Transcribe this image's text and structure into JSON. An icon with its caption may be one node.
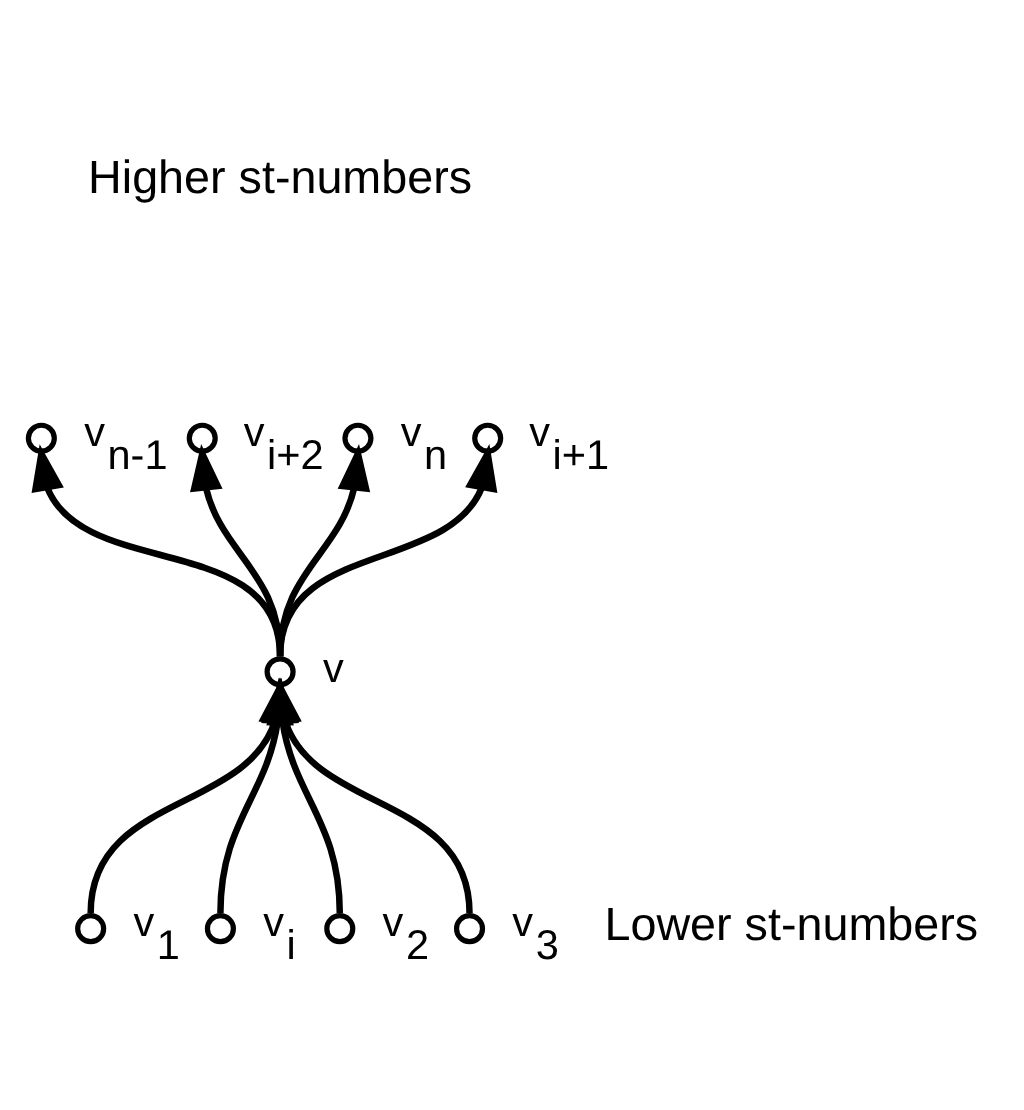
{
  "diagram": {
    "nodes": [
      {
        "text": [],
        "shape": "circle",
        "beside": [
          "v$_{n-1}$"
        ]
      },
      {
        "text": [],
        "shape": "circle",
        "beside": [
          "v$_{i+2}$"
        ]
      },
      {
        "text": [],
        "shape": "circle",
        "beside": [
          "v$_{n}$"
        ]
      },
      {
        "text": [],
        "shape": "circle",
        "beside": [
          "v$_{i+1}$"
        ]
      },
      {
        "text": [],
        "shape": "circle",
        "beside": [
          "v"
        ]
      },
      {
        "text": [],
        "shape": "circle",
        "beside": [
          "v$_{1}$"
        ]
      },
      {
        "text": [],
        "shape": "circle",
        "beside": [
          "v$_{i}$"
        ]
      },
      {
        "text": [],
        "shape": "circle",
        "beside": [
          "v$_{2}$"
        ]
      },
      {
        "text": [],
        "shape": "circle",
        "beside": [
          "v$_{3}$"
        ]
      }
    ],
    "edges": [
      {
        "from": 4,
        "to": 2,
        "arrow": "to"
      },
      {
        "from": 4,
        "to": 0,
        "arrow": "to"
      },
      {
        "from": 4,
        "to": 1,
        "arrow": "to"
      },
      {
        "from": 4,
        "to": 3,
        "arrow": "to"
      },
      {
        "from": 5,
        "to": 4,
        "arrow": "to"
      },
      {
        "from": 7,
        "to": 4,
        "arrow": "to"
      },
      {
        "from": 8,
        "to": 4,
        "arrow": "to"
      },
      {
        "from": 6,
        "to": 4,
        "arrow": "to"
      }
    ],
    "labels": [
      "Higher st-numbers",
      "Lower st-numbers"
    ]
  }
}
